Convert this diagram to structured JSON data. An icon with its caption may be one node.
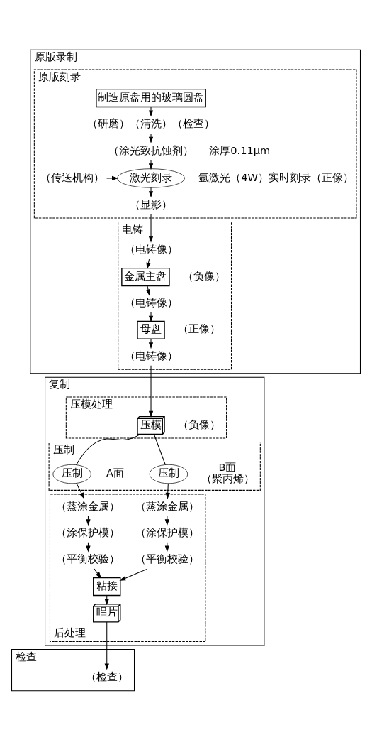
{
  "diagram": {
    "nodes": [
      {
        "text": [
          "原版录制"
        ]
      },
      {
        "text": [
          "原版刻录"
        ],
        "in": 0
      },
      {
        "text": [
          "制造原盘用的玻璃圆盘"
        ],
        "in": 1
      },
      {
        "text": [
          "（研磨）（清洗）（检查）"
        ],
        "in": 1
      },
      {
        "text": [
          "（涂光致抗蚀剂）"
        ],
        "in": 1,
        "beside": [
          "涂厚0.11μm"
        ]
      },
      {
        "text": [
          "激光刻录"
        ],
        "in": 1,
        "beside": [
          "氩激光（4W）实时刻录（正像）"
        ]
      },
      {
        "text": [
          "（传送机构）"
        ],
        "in": 1
      },
      {
        "text": [
          "（显影）"
        ],
        "in": 1
      },
      {
        "text": [
          "电铸"
        ],
        "in": 0
      },
      {
        "text": [
          "（电铸像）"
        ],
        "in": 8
      },
      {
        "text": [
          "金属主盘"
        ],
        "in": 8,
        "beside": [
          "（负像）"
        ]
      },
      {
        "text": [
          "（电铸像）"
        ],
        "in": 8
      },
      {
        "text": [
          "母盘"
        ],
        "in": 8,
        "beside": [
          "（正像）"
        ]
      },
      {
        "text": [
          "（电铸像）"
        ],
        "in": 8
      },
      {
        "text": [
          "复制"
        ]
      },
      {
        "text": [
          "压模处理"
        ],
        "in": 14
      },
      {
        "text": [
          "压模"
        ],
        "in": 15,
        "beside": [
          "（负像）"
        ]
      },
      {
        "text": [
          "压制"
        ],
        "in": 14
      },
      {
        "text": [
          "压制"
        ],
        "in": 17,
        "beside": [
          "A面"
        ]
      },
      {
        "text": [
          "压制"
        ],
        "in": 17,
        "beside": [
          "B面",
          "（聚丙烯）"
        ]
      },
      {
        "text": [
          "后处理"
        ],
        "in": 14
      },
      {
        "text": [
          "（蒸涂金属）"
        ],
        "in": 20
      },
      {
        "text": [
          "（涂保护模）"
        ],
        "in": 20
      },
      {
        "text": [
          "（平衡校验）"
        ],
        "in": 20
      },
      {
        "text": [
          "（蒸涂金属）"
        ],
        "in": 20
      },
      {
        "text": [
          "（涂保护模）"
        ],
        "in": 20
      },
      {
        "text": [
          "（平衡校验）"
        ],
        "in": 20
      },
      {
        "text": [
          "粘接"
        ],
        "in": 20
      },
      {
        "text": [
          "唱片"
        ],
        "in": 20
      },
      {
        "text": [
          "检查"
        ]
      },
      {
        "text": [
          "（检查）"
        ],
        "in": 29
      }
    ],
    "edges": [
      {
        "from": 2,
        "to": 3,
        "arrow": "to"
      },
      {
        "from": 3,
        "to": 4,
        "arrow": "to"
      },
      {
        "from": 4,
        "to": 5,
        "arrow": "to"
      },
      {
        "from": 6,
        "to": 5,
        "arrow": "to"
      },
      {
        "from": 5,
        "to": 7,
        "arrow": "to"
      },
      {
        "from": 7,
        "to": 9,
        "arrow": "to"
      },
      {
        "from": 9,
        "to": 10,
        "arrow": "to"
      },
      {
        "from": 10,
        "to": 11,
        "arrow": "to"
      },
      {
        "from": 11,
        "to": 12,
        "arrow": "to"
      },
      {
        "from": 12,
        "to": 13,
        "arrow": "to"
      },
      {
        "from": 13,
        "to": 16,
        "arrow": "to"
      },
      {
        "from": 16,
        "to": 18,
        "arrow": "none"
      },
      {
        "from": 16,
        "to": 19,
        "arrow": "none"
      },
      {
        "from": 18,
        "to": 21,
        "arrow": "to"
      },
      {
        "from": 21,
        "to": 22,
        "arrow": "to"
      },
      {
        "from": 22,
        "to": 23,
        "arrow": "to"
      },
      {
        "from": 19,
        "to": 24,
        "arrow": "to"
      },
      {
        "from": 24,
        "to": 25,
        "arrow": "to"
      },
      {
        "from": 25,
        "to": 26,
        "arrow": "to"
      },
      {
        "from": 23,
        "to": 27,
        "arrow": "to"
      },
      {
        "from": 26,
        "to": 27,
        "arrow": "to"
      },
      {
        "from": 27,
        "to": 28,
        "arrow": "to"
      },
      {
        "from": 28,
        "to": 30,
        "arrow": "to"
      }
    ]
  }
}
